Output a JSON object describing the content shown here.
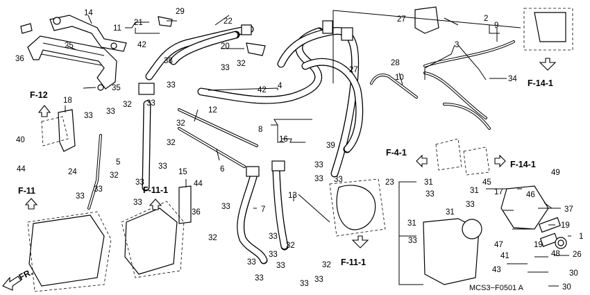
{
  "callouts": {
    "c1": "1",
    "c2": "2",
    "c3": "3",
    "c4": "4",
    "c5": "5",
    "c6": "6",
    "c7": "7",
    "c8": "8",
    "c9": "9",
    "c10": "10",
    "c12": "12",
    "c13": "13",
    "c14": "14",
    "c15": "15",
    "c16": "16",
    "c17": "17",
    "c18": "18",
    "c19a": "19",
    "c19b": "19",
    "c20": "20",
    "c21": "21",
    "c22": "22",
    "c23": "23",
    "c24": "24",
    "c25": "25",
    "c26": "26",
    "c27a": "27",
    "c27b": "27",
    "c28": "28",
    "c29": "29",
    "c30a": "30",
    "c30b": "30",
    "c31a": "31",
    "c31b": "31",
    "c31c": "31",
    "c31d": "31",
    "c32a": "32",
    "c32b": "32",
    "c32c": "32",
    "c32d": "32",
    "c32e": "32",
    "c32f": "32",
    "c32g": "32",
    "c32h": "32",
    "c33a": "33",
    "c33b": "33",
    "c33c": "33",
    "c33d": "33",
    "c33e": "33",
    "c33f": "33",
    "c33g": "33",
    "c33h": "33",
    "c33i": "33",
    "c33j": "33",
    "c33k": "33",
    "c33l": "33",
    "c33m": "33",
    "c33n": "33",
    "c33o": "33",
    "c33p": "33",
    "c33q": "33",
    "c33r": "33",
    "c33s": "33",
    "c33t": "33",
    "c33u": "33",
    "c33v": "33",
    "c33w": "33",
    "c33x": "33",
    "c34": "34",
    "c35": "35",
    "c36a": "36",
    "c36b": "36",
    "c37": "37",
    "c38": "38",
    "c39": "39",
    "c40": "40",
    "c41": "41",
    "c42a": "42",
    "c42b": "42",
    "c43": "43",
    "c44a": "44",
    "c44b": "44",
    "c45": "45",
    "c46": "46",
    "c47": "47",
    "c48": "48",
    "c49": "49",
    "c11": "11"
  },
  "references": {
    "f12": "F-12",
    "f11a": "F-11",
    "f11b": "F-11-1",
    "f11c": "F-11-1",
    "f41": "F-4-1",
    "f141a": "F-14-1",
    "f141b": "F-14-1",
    "fr": "FR."
  },
  "diagram_code": "MCS3−F0501 A"
}
